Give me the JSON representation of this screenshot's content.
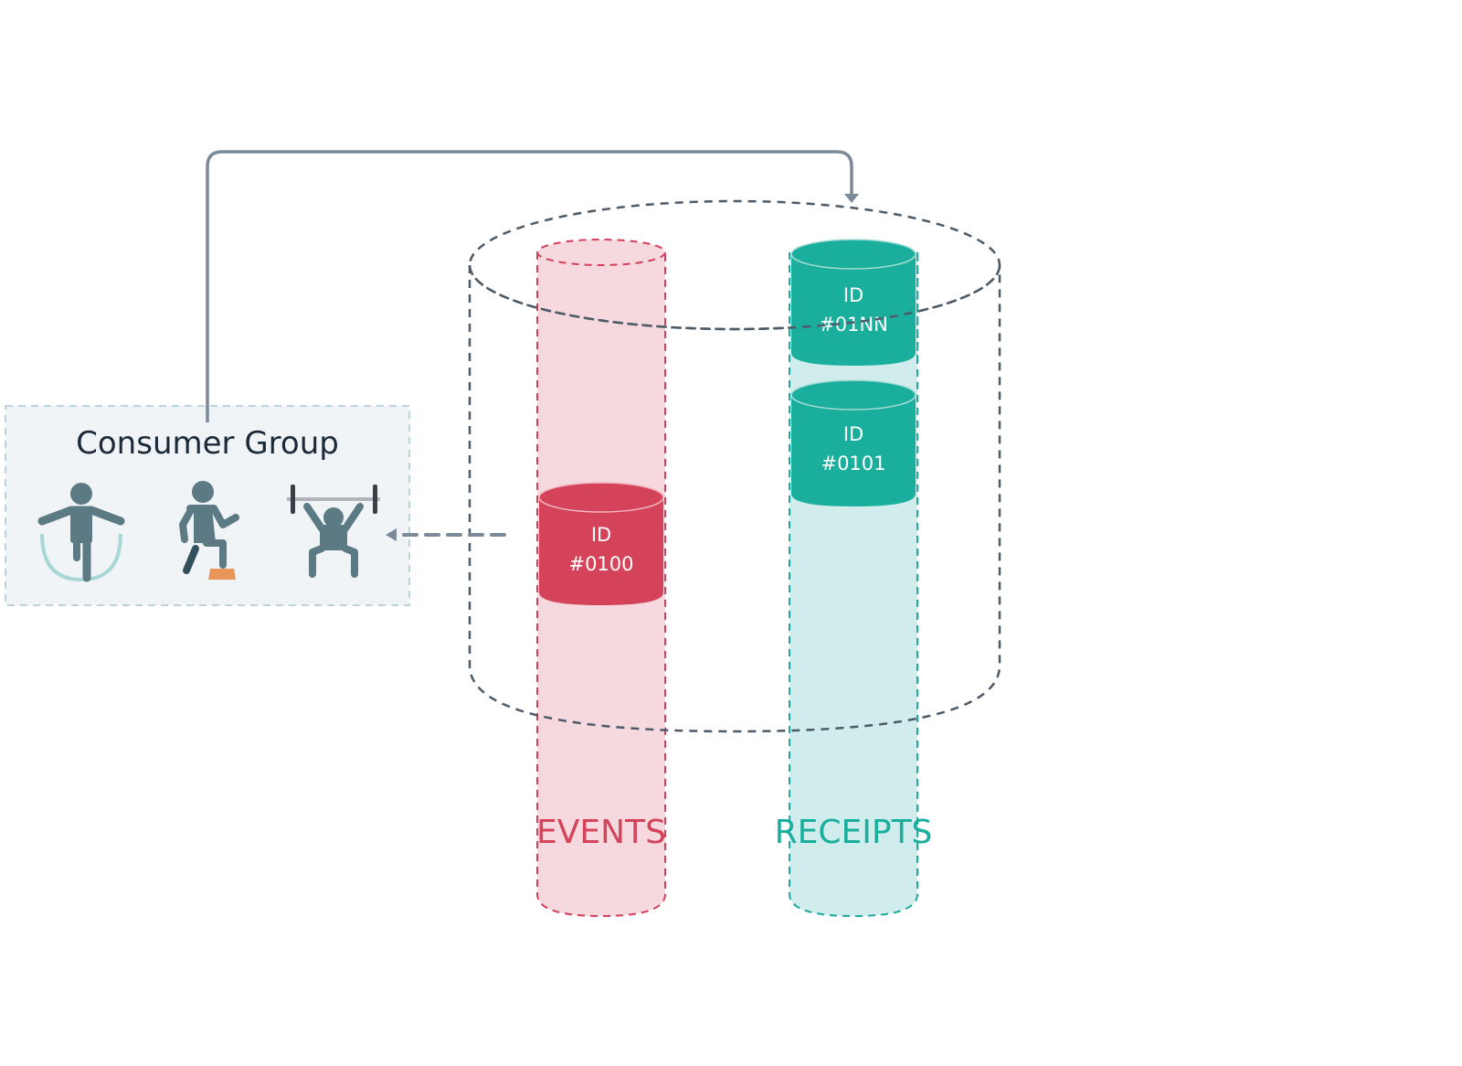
{
  "colors": {
    "connector": "#7a8a99",
    "outer_cylinder": "#4d5b68",
    "events_stroke": "#d24058",
    "events_fill": "#f6d9de",
    "events_record": "#d4435a",
    "receipts_stroke": "#1aa99a",
    "receipts_fill": "#d0ecec",
    "receipts_record": "#1aae9c",
    "consumer_box_fill": "#f1f4f7",
    "consumer_box_stroke": "#bcd3d8",
    "figure": "#5b7a83",
    "figure_dark": "#35505d",
    "rope": "#a7d8d5",
    "step": "#e9955a",
    "barbell_bar": "#b0b4b8",
    "barbell_plate": "#3a3f45",
    "title_text": "#1c2a38",
    "record_text": "#ffffff"
  },
  "consumer_group": {
    "title": "Consumer Group",
    "members": [
      {
        "icon": "jump-rope-person-icon"
      },
      {
        "icon": "step-up-person-icon"
      },
      {
        "icon": "weightlifter-icon"
      }
    ]
  },
  "streams": [
    {
      "name": "EVENTS",
      "records": [
        {
          "line1": "ID",
          "line2": "#0100"
        }
      ]
    },
    {
      "name": "RECEIPTS",
      "records": [
        {
          "line1": "ID",
          "line2": "#01NN"
        },
        {
          "line1": "ID",
          "line2": "#0101"
        }
      ]
    }
  ]
}
